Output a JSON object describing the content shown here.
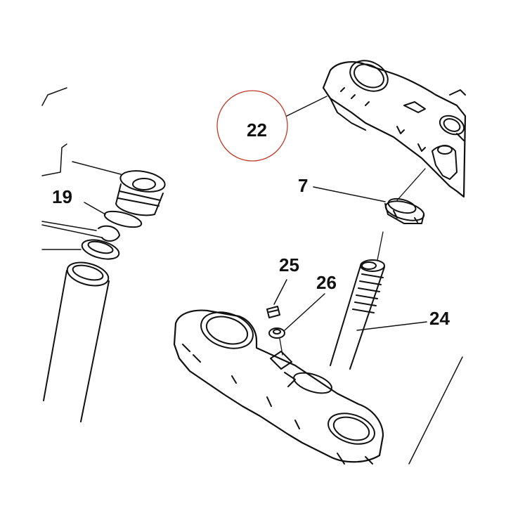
{
  "diagram": {
    "callouts": [
      {
        "id": "22",
        "label": "22",
        "highlighted": true
      },
      {
        "id": "19",
        "label": "19",
        "highlighted": false
      },
      {
        "id": "7",
        "label": "7",
        "highlighted": false
      },
      {
        "id": "25",
        "label": "25",
        "highlighted": false
      },
      {
        "id": "26",
        "label": "26",
        "highlighted": false
      },
      {
        "id": "24",
        "label": "24",
        "highlighted": false
      }
    ],
    "colors": {
      "ink": "#111111",
      "highlight_circle": "#c0392b",
      "background": "#ffffff"
    }
  }
}
